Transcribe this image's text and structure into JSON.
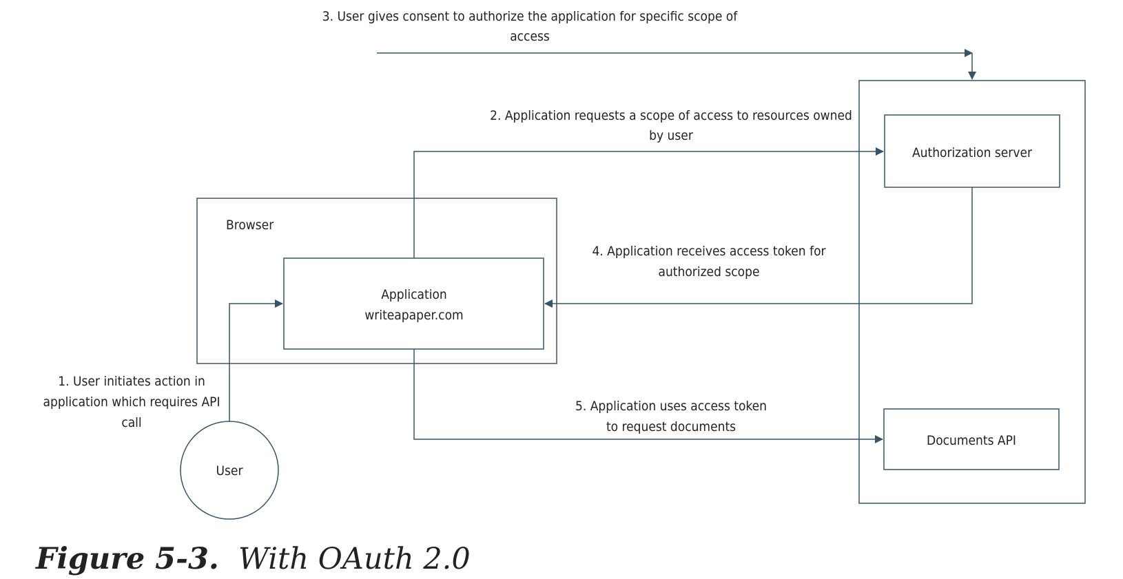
{
  "diagram": {
    "nodes": {
      "browser": "Browser",
      "application_line1": "Application",
      "application_line2": "writeapaper.com",
      "authorization_server": "Authorization server",
      "documents_api": "Documents API",
      "user": "User"
    },
    "steps": {
      "step1": [
        "1. User initiates action in",
        "application which requires API",
        "call"
      ],
      "step2": [
        "2. Application requests a scope of access to resources owned",
        "by user"
      ],
      "step3": [
        "3. User gives consent to authorize the application for specific scope of",
        "access"
      ],
      "step4": [
        "4. Application receives access token for",
        "authorized scope"
      ],
      "step5": [
        "5. Application uses access token",
        "to request documents"
      ]
    }
  },
  "caption": {
    "number": "Figure 5-3.",
    "title": "With OAuth 2.0"
  },
  "colors": {
    "line": "#3a5366",
    "text": "#222222"
  }
}
